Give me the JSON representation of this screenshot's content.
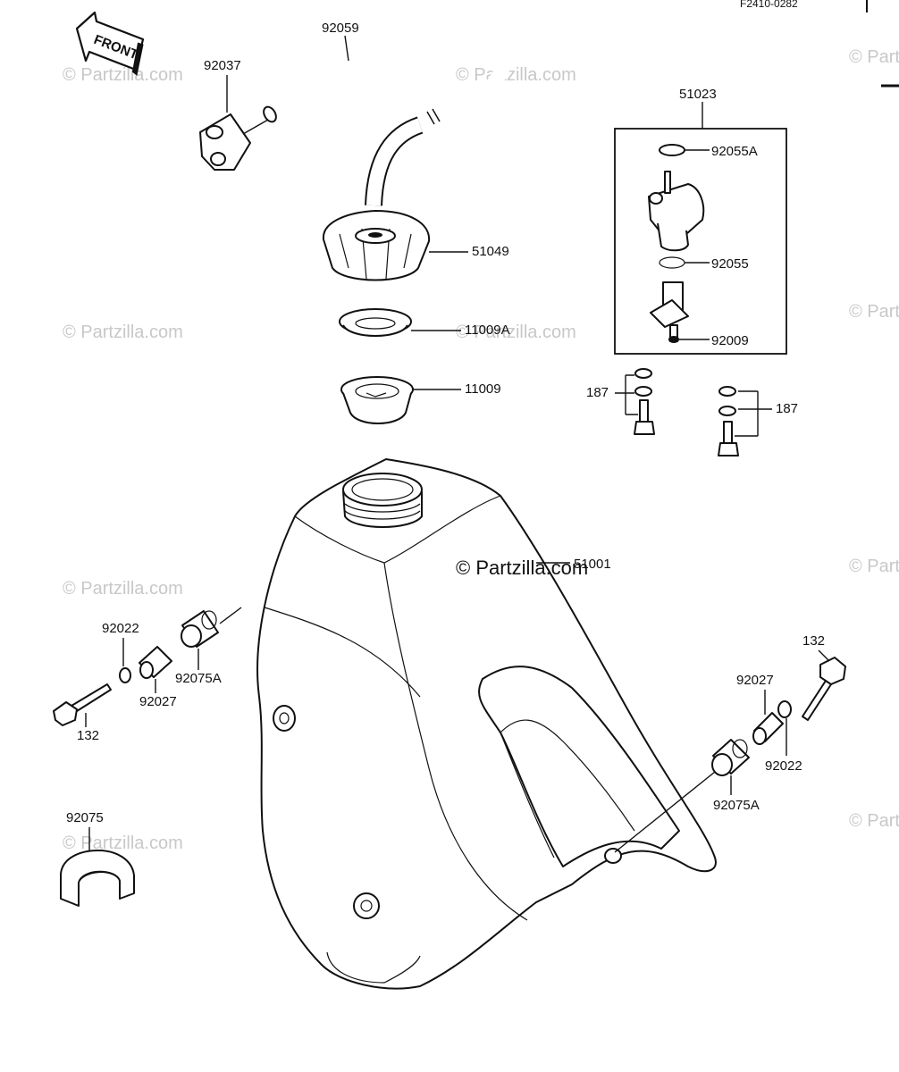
{
  "diagram": {
    "ref_code": "F2410-0282",
    "front_label": "FRONT",
    "watermark": "© Partzilla.com",
    "callouts": {
      "p92059": "92059",
      "p92037": "92037",
      "p51023": "51023",
      "p92055A": "92055A",
      "p51049": "51049",
      "p92055": "92055",
      "p11009A": "11009A",
      "p92009": "92009",
      "p11009": "11009",
      "p187_left": "187",
      "p187_right": "187",
      "p51001": "51001",
      "p92022_left": "92022",
      "p92075A_left": "92075A",
      "p92027_left": "92027",
      "p132_left": "132",
      "p132_right": "132",
      "p92027_right": "92027",
      "p92022_right": "92022",
      "p92075A_right": "92075A",
      "p92075": "92075"
    }
  }
}
